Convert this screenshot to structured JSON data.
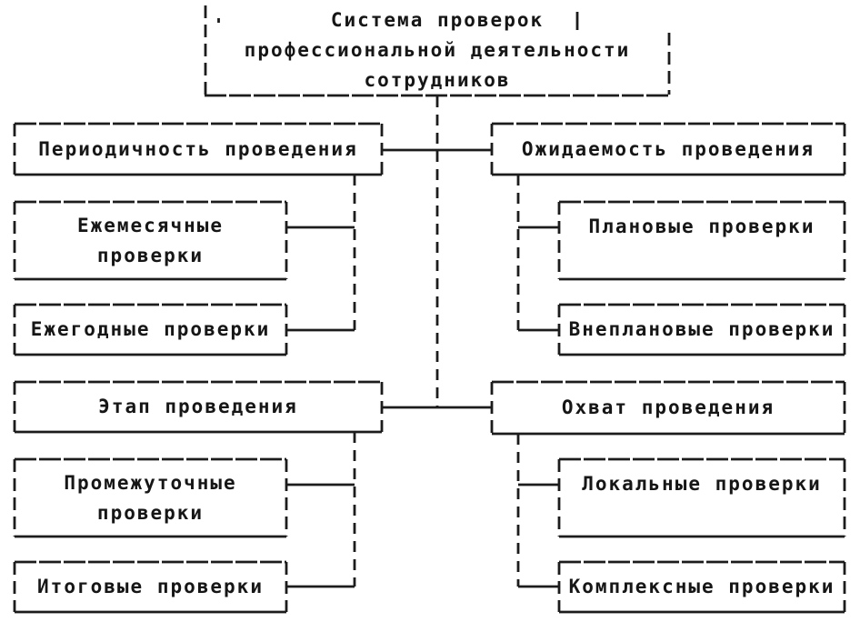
{
  "page": {
    "background": "#ffffff",
    "ink": "#1c1c1c"
  },
  "nodes": {
    "root": "Система проверок\nпрофессиональной деятельности\nсотрудников",
    "periodicity": "Периодичность проведения",
    "monthly": "Ежемесячные\nпроверки",
    "annual": "Ежегодные проверки",
    "expectancy": "Ожидаемость проведения",
    "planned": "Плановые проверки",
    "unplanned": "Внеплановые проверки",
    "stage": "Этап проведения",
    "intermediate": "Промежуточные\nпроверки",
    "final": "Итоговые проверки",
    "coverage": "Охват проведения",
    "local": "Локальные проверки",
    "complex": "Комплексные проверки"
  }
}
